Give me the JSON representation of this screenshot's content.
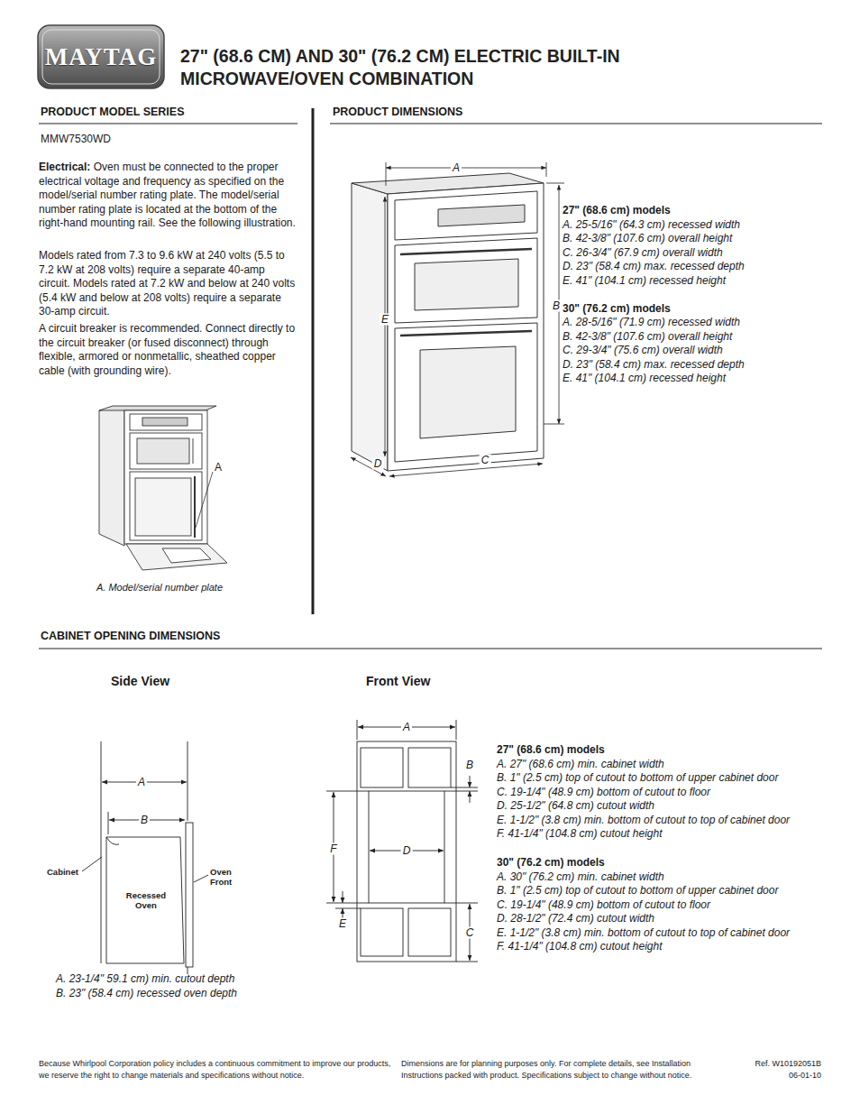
{
  "diagram": {
    "title": "27\" (68.6 CM) AND 30\" (76.2 CM) ELECTRIC BUILT-IN MICROWAVE/OVEN COMBINATION",
    "labels": [
      "MAYTAG",
      "PRODUCT MODEL SERIES",
      "MMW7530WD",
      "Electrical:",
      "Oven must be connected to the proper electrical voltage and frequency as specified on the model/serial number rating plate. The model/serial number rating plate is located at the bottom of the right-hand mounting rail. See the following illustration.",
      "Models rated from 7.3 to 9.6 kW at 240 volts (5.5 to 7.2 kW at 208 volts) require a separate 40-amp circuit. Models rated at 7.2 kW and below at 240 volts (5.4 kW and below at 208 volts) require a separate 30-amp circuit.",
      "A circuit breaker is recommended. Connect directly to the circuit breaker (or fused disconnect) through flexible, armored or nonmetallic, sheathed copper cable (with grounding wire).",
      "A",
      "A. Model/serial number plate",
      "PRODUCT DIMENSIONS",
      "A",
      "B",
      "E",
      "D",
      "C",
      "27\" (68.6 cm) models",
      "A. 25-5/16\" (64.3 cm) recessed width",
      "B. 42-3/8\" (107.6 cm) overall height",
      "C. 26-3/4\" (67.9 cm) overall width",
      "D. 23\" (58.4 cm) max. recessed depth",
      "E. 41\" (104.1 cm) recessed height",
      "30\" (76.2 cm) models",
      "A. 28-5/16\" (71.9 cm) recessed width",
      "B. 42-3/8\" (107.6 cm) overall height",
      "C. 29-3/4\" (75.6 cm) overall width",
      "D. 23\" (58.4 cm) max. recessed depth",
      "E. 41\" (104.1 cm) recessed height",
      "CABINET OPENING DIMENSIONS",
      "Side View",
      "A",
      "B",
      "Cabinet",
      "Oven Front",
      "Recessed Oven",
      "A. 23-1/4\" 59.1 cm) min. cutout depth",
      "B. 23\" (58.4 cm) recessed oven depth",
      "Front View",
      "A",
      "B",
      "F",
      "D",
      "E",
      "C",
      "27\" (68.6 cm) models",
      "A. 27\" (68.6 cm) min. cabinet width",
      "B. 1\" (2.5 cm) top of cutout to bottom of upper cabinet door",
      "C. 19-1/4\" (48.9 cm) bottom of cutout to floor",
      "D. 25-1/2\" (64.8 cm) cutout width",
      "E. 1-1/2\" (3.8 cm) min. bottom of cutout to top of cabinet door",
      "F. 41-1/4\" (104.8 cm) cutout height",
      "30\" (76.2 cm) models",
      "A. 30\" (76.2 cm) min. cabinet width",
      "B. 1\" (2.5 cm) top of cutout to bottom of upper cabinet door",
      "C. 19-1/4\" (48.9 cm) bottom of cutout to floor",
      "D. 28-1/2\" (72.4 cm) cutout width",
      "E. 1-1/2\" (3.8 cm) min. bottom of cutout to top of cabinet door",
      "F. 41-1/4\" (104.8 cm) cutout height",
      "Because Whirlpool Corporation policy includes a continuous commitment to improve our products, we reserve the right to change materials and specifications without notice.",
      "Dimensions are for planning purposes only. For complete details, see Installation Instructions packed with product. Specifications subject to change without notice.",
      "Ref. W10192051B",
      "06-01-10"
    ]
  }
}
